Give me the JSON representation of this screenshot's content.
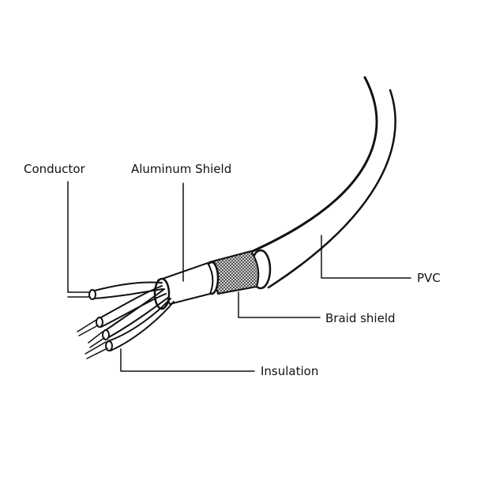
{
  "labels": {
    "conductor": "Conductor",
    "aluminum_shield": "Aluminum Shield",
    "pvc": "PVC",
    "braid_shield": "Braid shield",
    "insulation": "Insulation"
  },
  "colors": {
    "line": "#111111",
    "background": "#ffffff",
    "braid": "#555555"
  }
}
